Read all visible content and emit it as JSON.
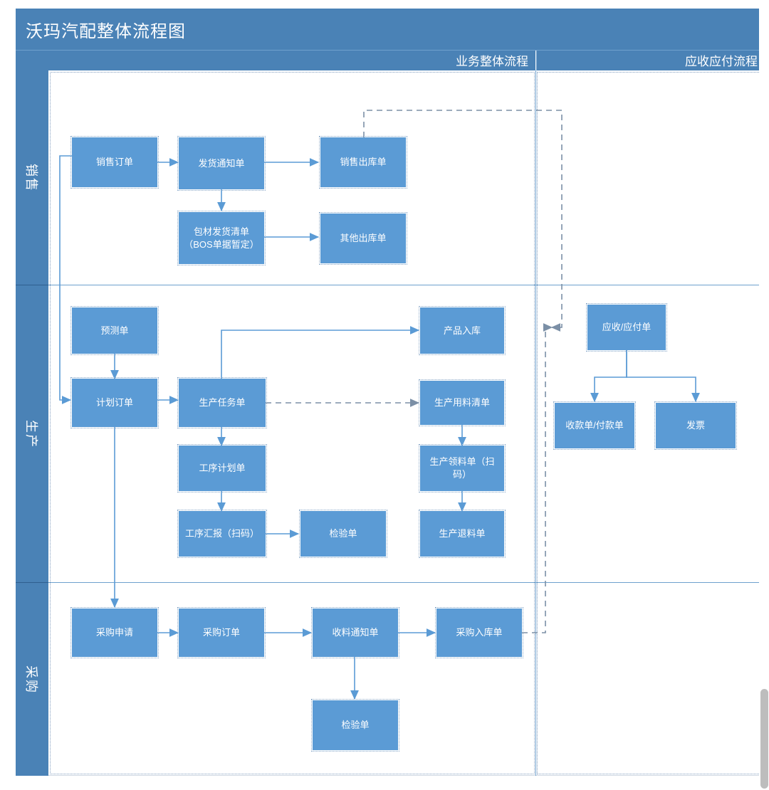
{
  "title": "沃玛汽配整体流程图",
  "columns": [
    {
      "id": "main",
      "label": "业务整体流程"
    },
    {
      "id": "ar_ap",
      "label": "应收应付流程"
    }
  ],
  "lanes": [
    {
      "id": "sales",
      "label": "销售"
    },
    {
      "id": "production",
      "label": "生产"
    },
    {
      "id": "purchase",
      "label": "采购"
    }
  ],
  "colors": {
    "header_band": "#4a82b6",
    "node_fill": "#5b9bd5",
    "node_text": "#ffffff",
    "connector": "#5b9bd5",
    "connector_dashed": "#7b8fa6",
    "panel_border": "#6da0ce"
  },
  "nodes": {
    "sales_order": {
      "label": "销售订单"
    },
    "delivery_notice": {
      "label": "发货通知单"
    },
    "sales_outbound": {
      "label": "销售出库单"
    },
    "packing_list": {
      "label": "包材发货清单（BOS单据暂定）"
    },
    "other_outbound": {
      "label": "其他出库单"
    },
    "forecast_order": {
      "label": "预测单"
    },
    "plan_order": {
      "label": "计划订单"
    },
    "production_task": {
      "label": "生产任务单"
    },
    "process_plan": {
      "label": "工序计划单"
    },
    "process_report": {
      "label": "工序汇报（扫码）"
    },
    "inspection_prod": {
      "label": "检验单"
    },
    "product_inbound": {
      "label": "产品入库"
    },
    "material_list": {
      "label": "生产用料清单"
    },
    "material_issue": {
      "label": "生产领料单（扫码）"
    },
    "material_return": {
      "label": "生产退料单"
    },
    "purchase_request": {
      "label": "采购申请"
    },
    "purchase_order": {
      "label": "采购订单"
    },
    "receipt_notice": {
      "label": "收料通知单"
    },
    "purchase_inbound": {
      "label": "采购入库单"
    },
    "inspection_purchase": {
      "label": "检验单"
    },
    "ar_ap_bill": {
      "label": "应收/应付单"
    },
    "receipt_payment": {
      "label": "收款单/付款单"
    },
    "invoice": {
      "label": "发票"
    }
  },
  "flows": [
    {
      "from": "sales_order",
      "to": "delivery_notice",
      "style": "solid"
    },
    {
      "from": "delivery_notice",
      "to": "sales_outbound",
      "style": "solid"
    },
    {
      "from": "delivery_notice",
      "to": "packing_list",
      "style": "solid"
    },
    {
      "from": "packing_list",
      "to": "other_outbound",
      "style": "solid"
    },
    {
      "from": "sales_order",
      "to": "plan_order",
      "style": "solid"
    },
    {
      "from": "sales_outbound",
      "to": "ar_ap_bill",
      "style": "dashed"
    },
    {
      "from": "forecast_order",
      "to": "plan_order",
      "style": "solid"
    },
    {
      "from": "plan_order",
      "to": "production_task",
      "style": "solid"
    },
    {
      "from": "plan_order",
      "to": "purchase_request",
      "style": "solid"
    },
    {
      "from": "production_task",
      "to": "product_inbound",
      "style": "solid"
    },
    {
      "from": "production_task",
      "to": "material_list",
      "style": "dashed"
    },
    {
      "from": "production_task",
      "to": "process_plan",
      "style": "solid"
    },
    {
      "from": "process_plan",
      "to": "process_report",
      "style": "solid"
    },
    {
      "from": "process_report",
      "to": "inspection_prod",
      "style": "solid"
    },
    {
      "from": "material_list",
      "to": "material_issue",
      "style": "solid"
    },
    {
      "from": "material_issue",
      "to": "material_return",
      "style": "solid"
    },
    {
      "from": "purchase_request",
      "to": "purchase_order",
      "style": "solid"
    },
    {
      "from": "purchase_order",
      "to": "receipt_notice",
      "style": "solid"
    },
    {
      "from": "receipt_notice",
      "to": "purchase_inbound",
      "style": "solid"
    },
    {
      "from": "receipt_notice",
      "to": "inspection_purchase",
      "style": "solid"
    },
    {
      "from": "purchase_inbound",
      "to": "ar_ap_bill",
      "style": "dashed"
    },
    {
      "from": "ar_ap_bill",
      "to": "receipt_payment",
      "style": "solid"
    },
    {
      "from": "ar_ap_bill",
      "to": "invoice",
      "style": "solid"
    }
  ]
}
